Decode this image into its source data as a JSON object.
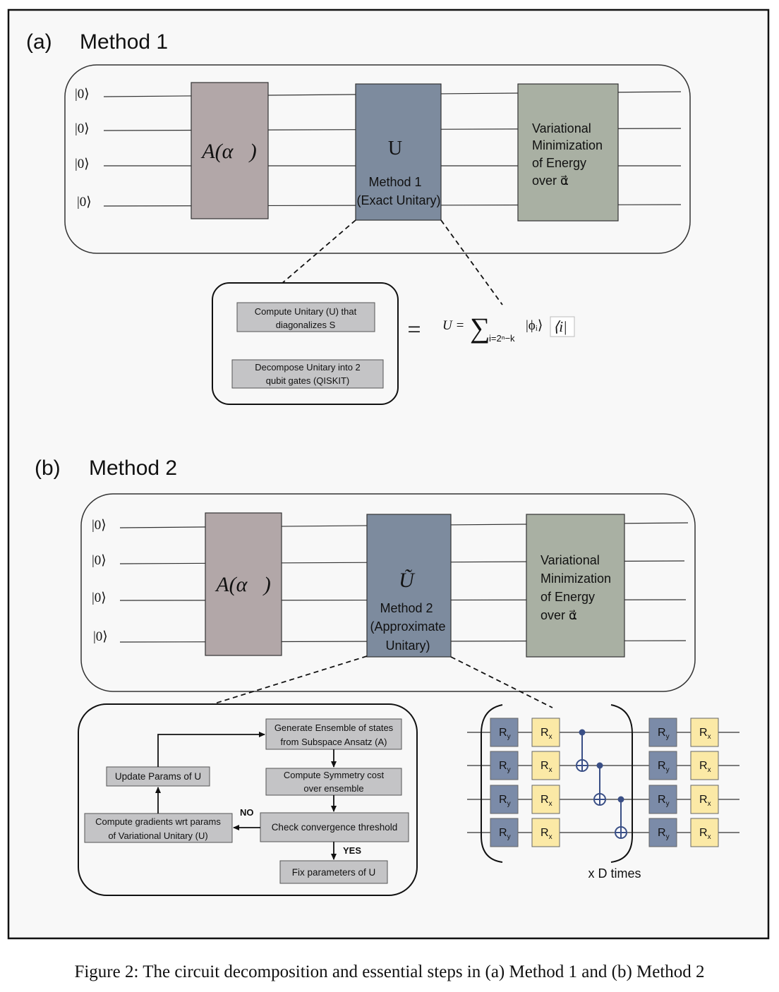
{
  "method1": {
    "panel_label": "(a)",
    "title": "Method 1",
    "qubits": [
      "|0⟩",
      "|0⟩",
      "|0⟩",
      "|0⟩"
    ],
    "ansatz_gate": "A(α⃗)",
    "unitary_symbol": "U",
    "unitary_name": "Method 1",
    "unitary_desc": "(Exact Unitary)",
    "variational_lines": [
      "Variational",
      "Minimization",
      "of Energy",
      "over α⃗"
    ],
    "step1": [
      "Compute Unitary (U) that",
      "diagonalizes S"
    ],
    "step2": [
      "Decompose Unitary into 2",
      "qubit gates (QISKIT)"
    ],
    "equals": "=",
    "formula_lhs": "U =",
    "formula_sum": "∑",
    "formula_sub": "i=2ⁿ−k",
    "formula_ket": "|ϕᵢ⟩",
    "formula_bra": "⟨i|"
  },
  "method2": {
    "panel_label": "(b)",
    "title": "Method 2",
    "qubits": [
      "|0⟩",
      "|0⟩",
      "|0⟩",
      "|0⟩"
    ],
    "ansatz_gate": "A(α⃗)",
    "unitary_symbol": "Ũ",
    "unitary_lines": [
      "Method 2",
      "(Approximate",
      "Unitary)"
    ],
    "variational_lines": [
      "Variational",
      "Minimization",
      "of Energy",
      "over α⃗"
    ],
    "flow": {
      "generate": [
        "Generate Ensemble of states",
        "from Subspace Ansatz (A)"
      ],
      "symmetry": [
        "Compute Symmetry cost",
        "over ensemble"
      ],
      "check": "Check convergence threshold",
      "fix": "Fix parameters of U",
      "gradients": [
        "Compute gradients wrt params",
        "of Variational Unitary (U)"
      ],
      "update": "Update Params of U",
      "no_label": "NO",
      "yes_label": "YES"
    },
    "ry_label": "R",
    "ry_sub": "y",
    "rx_label": "R",
    "rx_sub": "x",
    "repeat_label": "x D times"
  },
  "caption": "Figure 2: The circuit decomposition and essential steps in (a) Method 1 and (b) Method 2",
  "colors": {
    "ansatz_fill": "#b2a7a8",
    "unitary_fill": "#7d8b9e",
    "variational_fill": "#a9b0a3",
    "step_fill": "#c4c4c6",
    "ry_fill": "#7b8ba8",
    "rx_fill": "#fbe9a6",
    "cnot": "#3a4f86"
  }
}
